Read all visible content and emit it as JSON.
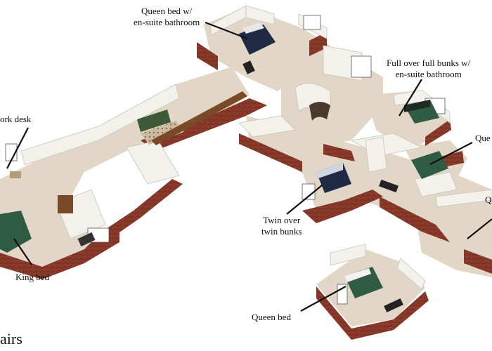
{
  "labels": {
    "queen_ensuite": [
      "Queen bed w/",
      "en-suite bathroom"
    ],
    "full_bunks": [
      "Full over full bunks w/",
      "en-suite bathroom"
    ],
    "work_desk": "ork desk",
    "queen_right_1": "Que",
    "queen_right_2": "Q",
    "twin_bunks": [
      "Twin over",
      "twin bunks"
    ],
    "king_bed": "King bed",
    "queen_bed": "Queen bed",
    "floor_caption": "airs"
  },
  "colors": {
    "floor": "#e2d6c6",
    "wall_top": "#f3f1ec",
    "wall_inner": "#d9d5cc",
    "brick": "#8b3a2b",
    "bedding_green": "#2f5b45",
    "bedding_navy": "#1f2a44",
    "sofa_green": "#3c5a3a",
    "wood": "#7a4a28",
    "leader": "#111111"
  }
}
